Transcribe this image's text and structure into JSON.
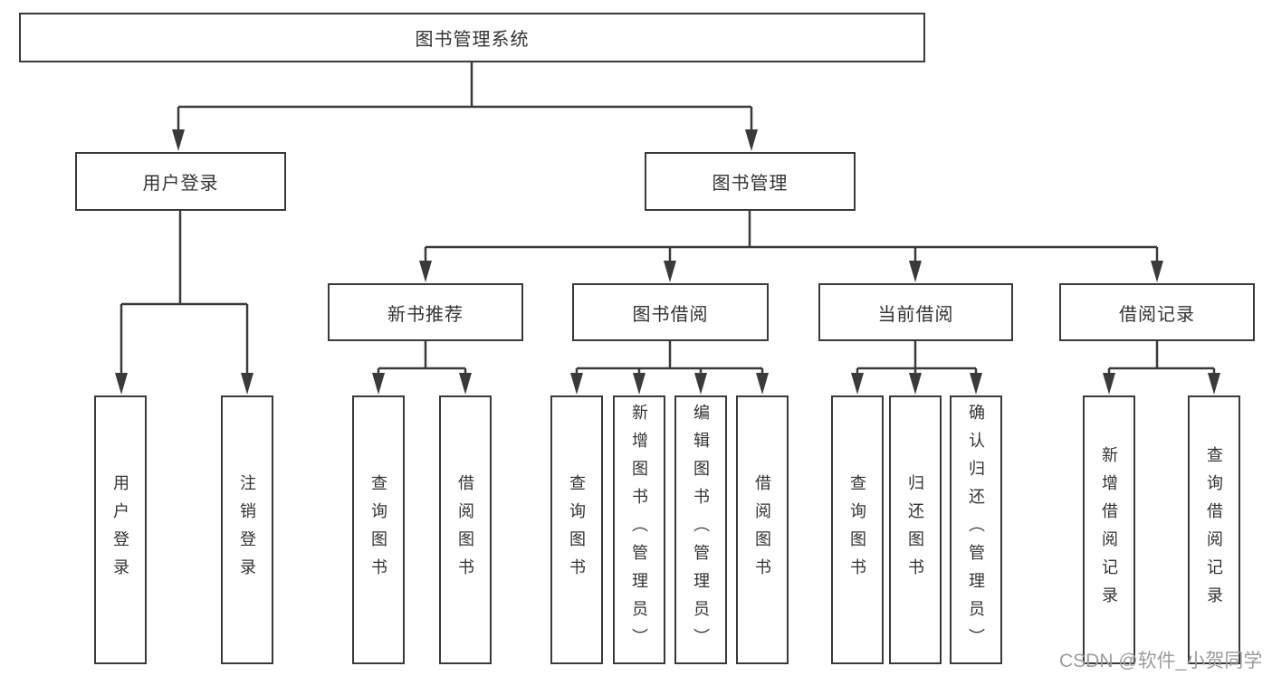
{
  "tree": {
    "root": "图书管理系统",
    "branches": [
      {
        "label": "用户登录",
        "children": [
          "用户登录",
          "注销登录"
        ]
      },
      {
        "label": "图书管理",
        "children": [
          {
            "label": "新书推荐",
            "children": [
              "查询图书",
              "借阅图书"
            ]
          },
          {
            "label": "图书借阅",
            "children": [
              "查询图书",
              "新增图书（管理员）",
              "编辑图书（管理员）",
              "借阅图书"
            ]
          },
          {
            "label": "当前借阅",
            "children": [
              "查询图书",
              "归还图书",
              "确认归还（管理员）"
            ]
          },
          {
            "label": "借阅记录",
            "children": [
              "新增借阅记录",
              "查询借阅记录"
            ]
          }
        ]
      }
    ]
  },
  "watermark": {
    "text": "CSDN @软件_小贺同学"
  },
  "colors": {
    "line": "#3a3a3a",
    "box_border": "#3a3a3a",
    "text": "#333333",
    "watermark": "#9c9c9c",
    "background": "#ffffff"
  }
}
